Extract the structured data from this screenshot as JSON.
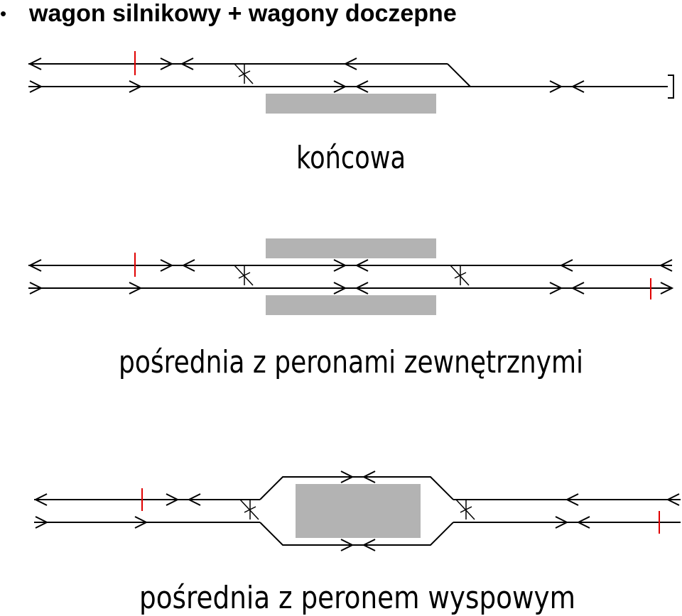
{
  "slide": {
    "bullet": "•",
    "title": "wagon silnikowy + wagony doczepne"
  },
  "diagrams": [
    {
      "id": "terminal",
      "label": "końcowa"
    },
    {
      "id": "side-platforms",
      "label": "pośrednia z peronami zewnętrznymi"
    },
    {
      "id": "island-platform",
      "label": "pośrednia z peronem wyspowym"
    }
  ],
  "colors": {
    "track": "#000000",
    "platform": "#b3b3b3",
    "signal": "#e00000"
  }
}
